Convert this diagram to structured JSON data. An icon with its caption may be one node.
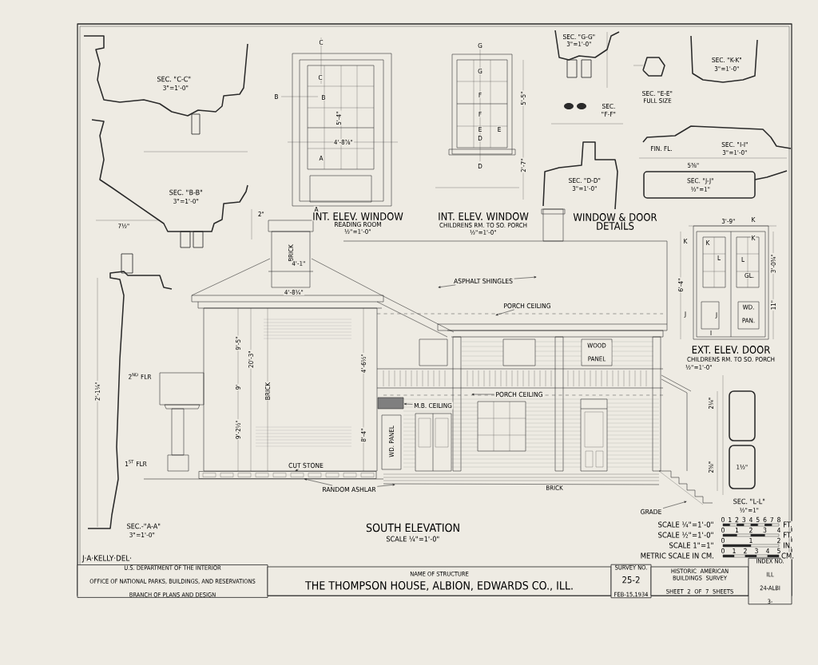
{
  "diagram": {
    "title": "SOUTH ELEVATION",
    "nodes": [
      {
        "text": [
          "ASPHALT SHINGLES"
        ]
      },
      {
        "text": [
          "PORCH CEILING"
        ]
      },
      {
        "text": [
          "PORCH CEILING"
        ]
      },
      {
        "text": [
          "M.B. CEILING"
        ]
      },
      {
        "text": [
          "CUT STONE"
        ]
      },
      {
        "text": [
          "RANDOM ASHLAR"
        ]
      },
      {
        "text": [
          "GRADE"
        ]
      },
      {
        "text": [
          "U.S. DEPARTMENT OF THE INTERIOR",
          "OFFICE OF NATIONAL PARKS, BUILDINGS, AND RESERVATIONS",
          "BRANCH OF PLANS AND DESIGN"
        ]
      },
      {
        "text": [
          "NAME OF STRUCTURE",
          "THE THOMPSON HOUSE, ALBION, EDWARDS CO., ILL."
        ]
      },
      {
        "text": [
          "SURVEY NO.",
          "25-2",
          "FEB-15,1934"
        ]
      },
      {
        "text": [
          "HISTORIC AMERICAN BUILDINGS SURVEY",
          "SHEET 2 OF 7 SHEETS"
        ]
      },
      {
        "text": [
          "INDEX NO.",
          "ILL",
          "24-ALBI",
          "3-"
        ]
      },
      {
        "text": [],
        "shape": "box"
      },
      {
        "text": [],
        "shape": "box"
      }
    ],
    "edges": [
      {
        "from": 0,
        "to": null,
        "arrow": "to"
      },
      {
        "from": 0,
        "to": null,
        "arrow": "to"
      },
      {
        "from": 1,
        "to": null,
        "arrow": "to"
      },
      {
        "from": 2,
        "to": null,
        "arrow": "to"
      },
      {
        "from": 3,
        "to": 12,
        "arrow": "to"
      },
      {
        "from": 4,
        "to": 13,
        "arrow": "to"
      },
      {
        "from": 5,
        "to": 13,
        "arrow": "to"
      },
      {
        "from": 5,
        "to": null,
        "arrow": "to"
      },
      {
        "from": 6,
        "to": null,
        "arrow": "to"
      }
    ],
    "labels": [
      "SEC. \"C-C\"",
      "3\"=1'-0\"",
      "C",
      "C",
      "B",
      "B",
      "5'-4\"",
      "4'-8⅞\"",
      "A",
      "A",
      "G",
      "G",
      "F",
      "F",
      "E",
      "E",
      "D",
      "D",
      "5'-5\"",
      "2'-7\"",
      "SEC. \"G-G\"",
      "3\"=1'-0\"",
      "SEC. \"K-K\"",
      "3\"=1'-0\"",
      "SEC. \"E-E\"",
      "FULL SIZE",
      "SEC.",
      "\"F-F\"",
      "FIN. FL.",
      "SEC. \"I-I\"",
      "3\"=1'-0\"",
      "SEC. \"B-B\"",
      "3\"=1'-0\"",
      "SEC. \"D-D\"",
      "3\"=1'-0\"",
      "5⅜\"",
      "SEC. \"J-J\"",
      "½\"=1\"",
      "7½\"",
      "2\"",
      "INT. ELEV. WINDOW",
      "READING ROOM",
      "½\"=1'-0\"",
      "INT. ELEV. WINDOW",
      "CHILDRENS RM. TO SO. PORCH",
      "½\"=1'-0\"",
      "WINDOW & DOOR",
      "DETAILS",
      "3'-9\"",
      "K",
      "K",
      "K",
      "K",
      "L",
      "L",
      "GL.",
      "6'-4\"",
      "3'-0¾\"",
      "11\"",
      "J",
      "J",
      "WD. PAN.",
      "I",
      "BRICK",
      "4'-1\"",
      "4'-8¼\"",
      "2'-1¼\"",
      "9'-5\"",
      "20'-3\"",
      "BRICK",
      "9'",
      "9'-2½\"",
      "2$^{ND}$ FLR",
      "1$^{ST}$ FLR",
      "4'-6½\"",
      "8'-4\"",
      "WOOD PANEL",
      "WD. PANEL",
      "EXT. ELEV. DOOR",
      "CHILDRENS RM. TO SO. PORCH",
      "½\"=1'-0\"",
      "2¼\"",
      "2⅝\"",
      "1½\"",
      "BRICK",
      "SEC. \"L-L\"",
      "½\"=1\"",
      "SEC.-\"A-A\"",
      "3\"=1'-0\"",
      "SCALE ¼\"=1'-0\"",
      "SCALE ¼\"=1'-0\"",
      "0",
      "1",
      "2",
      "3",
      "4",
      "5",
      "6",
      "7",
      "8",
      "FT.",
      "SCALE ½\"=1'-0\"",
      "0",
      "1",
      "2",
      "3",
      "4",
      "FT.",
      "SCALE 1\"=1\"",
      "0",
      "1",
      "2",
      "IN.",
      "J·A·KELLY·DEL·",
      "METRIC SCALE IN CM.",
      "0",
      "1",
      "2",
      "3",
      "4",
      "5",
      "CM."
    ]
  }
}
